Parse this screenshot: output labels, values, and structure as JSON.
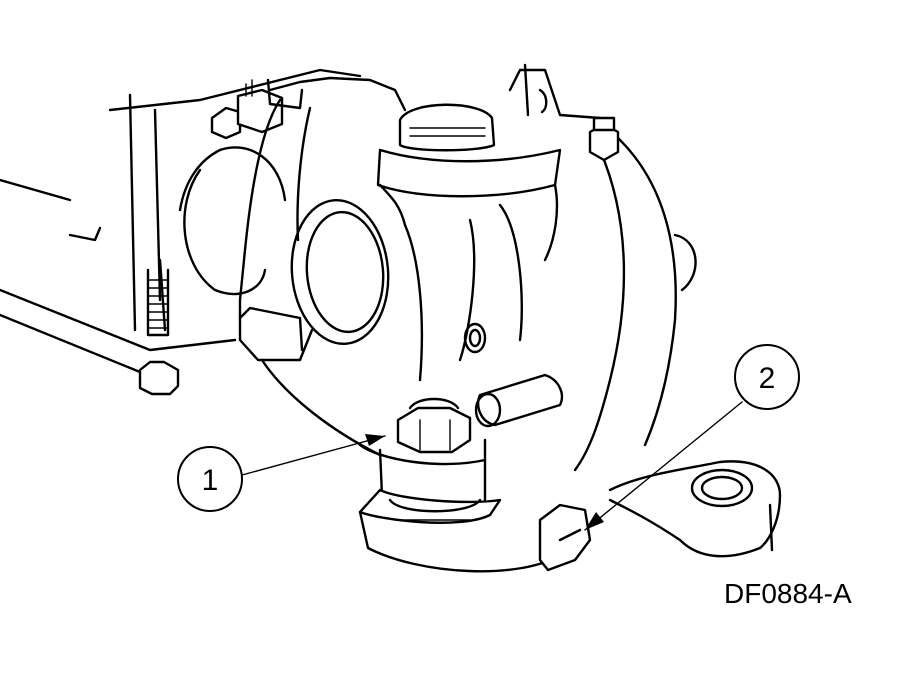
{
  "figure": {
    "reference_code": "DF0884-A"
  },
  "callouts": [
    {
      "id": "1",
      "label": "1",
      "target": "ball-joint-nut"
    },
    {
      "id": "2",
      "label": "2",
      "target": "steering-knuckle-lower-arm"
    }
  ],
  "colors": {
    "line": "#000000",
    "background": "#ffffff"
  }
}
